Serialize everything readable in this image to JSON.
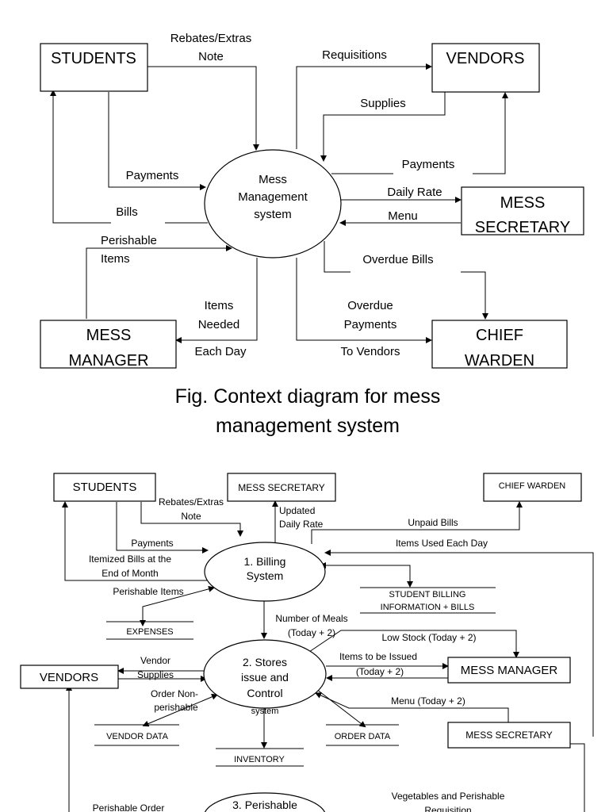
{
  "diagram1": {
    "entities": {
      "students": "STUDENTS",
      "vendors": "VENDORS",
      "mess_secretary": [
        "MESS",
        "SECRETARY"
      ],
      "mess_manager": [
        "MESS",
        "MANAGER"
      ],
      "chief_warden": [
        "CHIEF",
        "WARDEN"
      ]
    },
    "process": [
      "Mess",
      "Management",
      "system"
    ],
    "flows": {
      "rebates_extras_note": [
        "Rebates/Extras",
        "Note"
      ],
      "requisitions": "Requisitions",
      "supplies": "Supplies",
      "payments_students": "Payments",
      "payments_vendors": "Payments",
      "bills": "Bills",
      "daily_rate": "Daily Rate",
      "menu": "Menu",
      "perishable_items": [
        "Perishable",
        "Items"
      ],
      "overdue_bills": "Overdue Bills",
      "items_needed": [
        "Items",
        "Needed"
      ],
      "each_day": "Each Day",
      "overdue_payments": [
        "Overdue",
        "Payments"
      ],
      "to_vendors": "To Vendors"
    },
    "caption": [
      "Fig. Context diagram for mess",
      "management system"
    ]
  },
  "diagram2": {
    "entities": {
      "students": "STUDENTS",
      "mess_secretary_top": "MESS SECRETARY",
      "chief_warden": "CHIEF WARDEN",
      "vendors": "VENDORS",
      "mess_manager": "MESS MANAGER",
      "mess_secretary_bottom": "MESS SECRETARY"
    },
    "processes": {
      "billing": [
        "1. Billing",
        "System"
      ],
      "stores": [
        "2.  Stores",
        "issue and",
        "Control",
        "system"
      ],
      "perishable": [
        "3.  Perishable"
      ]
    },
    "data_stores": {
      "student_billing": [
        "STUDENT BILLING",
        "INFORMATION + BILLS"
      ],
      "expenses": "EXPENSES",
      "vendor_data": "VENDOR DATA",
      "inventory": "INVENTORY",
      "order_data": "ORDER DATA"
    },
    "flows": {
      "rebates_extras_note": [
        "Rebates/Extras",
        "Note"
      ],
      "updated_daily_rate": [
        "Updated",
        "Daily Rate"
      ],
      "unpaid_bills": "Unpaid Bills",
      "items_used_each_day": "Items Used Each Day",
      "payments": "Payments",
      "itemized_bills": [
        "Itemized Bills at the",
        "End of Month"
      ],
      "perishable_items": "Perishable Items",
      "number_of_meals": [
        "Number of Meals",
        "(Today + 2)"
      ],
      "low_stock": "Low Stock (Today + 2)",
      "vendor_supplies": [
        "Vendor",
        "Supplies"
      ],
      "items_to_be_issued": [
        "Items to be Issued",
        "(Today + 2)"
      ],
      "order_non_perishable": [
        "Order Non-",
        "perishable"
      ],
      "menu_today": "Menu (Today + 2)",
      "perishable_order": "Perishable Order",
      "vegetables_requisition": [
        "Vegetables and Perishable",
        "Requisition"
      ]
    }
  }
}
